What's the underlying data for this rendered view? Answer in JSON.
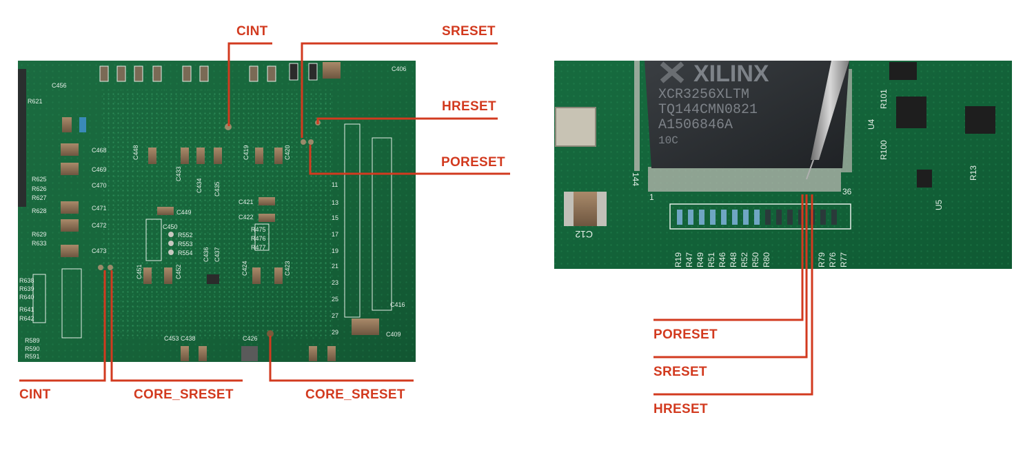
{
  "colors": {
    "callout": "#d23a1f",
    "pcb_dark": "#0f5a34",
    "pcb_mid": "#1a7a46",
    "silkscreen": "#e6efe8",
    "chip": "#2a2d30"
  },
  "left_photo": {
    "silkscreen": [
      "C456",
      "R621",
      "C468",
      "C469",
      "C470",
      "R625",
      "R626",
      "R627",
      "C471",
      "R628",
      "C472",
      "R629",
      "R633",
      "C473",
      "R638",
      "R639",
      "R640",
      "R641",
      "R642",
      "R589",
      "R590",
      "R591",
      "C448",
      "C433",
      "C434",
      "C435",
      "C449",
      "C450",
      "R552",
      "R553",
      "R554",
      "C451",
      "C452",
      "C436",
      "C437",
      "C419",
      "C420",
      "C421",
      "C422",
      "R475",
      "R476",
      "R477",
      "C424",
      "C423",
      "C453",
      "C438",
      "C426",
      "C409",
      "C406",
      "C416",
      "11",
      "13",
      "15",
      "17",
      "19",
      "21",
      "23",
      "25",
      "27",
      "29"
    ],
    "callouts": {
      "cint_top": "CINT",
      "sreset": "SRESET",
      "hreset": "HRESET",
      "poreset": "PORESET",
      "cint_bottom": "CINT",
      "core_sreset_left": "CORE_SRESET",
      "core_sreset_right": "CORE_SRESET"
    }
  },
  "right_photo": {
    "chip_brand": "XILINX",
    "chip_lines": [
      "XCR3256XLTM",
      "TQ144CMN0821",
      "A1506846A",
      "10C"
    ],
    "pin_markers": [
      "144",
      "1",
      "36"
    ],
    "silkscreen": [
      "R19",
      "R47",
      "R49",
      "R51",
      "R46",
      "R48",
      "R52",
      "R50",
      "R80",
      "R79",
      "R76",
      "R77",
      "C12",
      "U4",
      "R100",
      "R101",
      "U5",
      "R13"
    ],
    "callouts": {
      "poreset": "PORESET",
      "sreset": "SRESET",
      "hreset": "HRESET"
    }
  }
}
